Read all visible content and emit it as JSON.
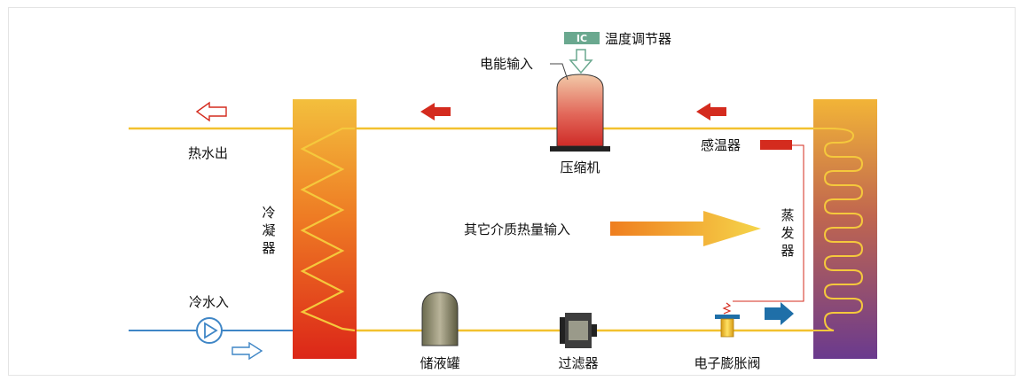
{
  "labels": {
    "ic_chip": "IC",
    "temp_regulator": "温度调节器",
    "power_input": "电能输入",
    "hot_water_out": "热水出",
    "compressor": "压缩机",
    "temp_sensor": "感温器",
    "condenser": [
      "冷",
      "凝",
      "器"
    ],
    "evaporator": [
      "蒸",
      "发",
      "器"
    ],
    "other_heat_input": "其它介质热量输入",
    "cold_water_in": "冷水入",
    "receiver_tank": "储液罐",
    "filter": "过滤器",
    "expansion_valve": "电子膨胀阀"
  },
  "colors": {
    "pipe": "#f2c12e",
    "water_pipe": "#3f86c6",
    "flow_arrow_red": "#d42b1e",
    "flow_arrow_blue": "#1f6fa8",
    "ic_chip": "#6aa88f",
    "condenser_top": "#f1b83a",
    "condenser_bottom": "#de2a1a",
    "evaporator_top": "#f0b036",
    "evaporator_bottom": "#6c3c8e"
  },
  "icons": [
    "ic-chip-icon",
    "power-arrow-icon",
    "circulation-pump-icon",
    "sensor-icon",
    "valve-icon",
    "filter-icon"
  ]
}
